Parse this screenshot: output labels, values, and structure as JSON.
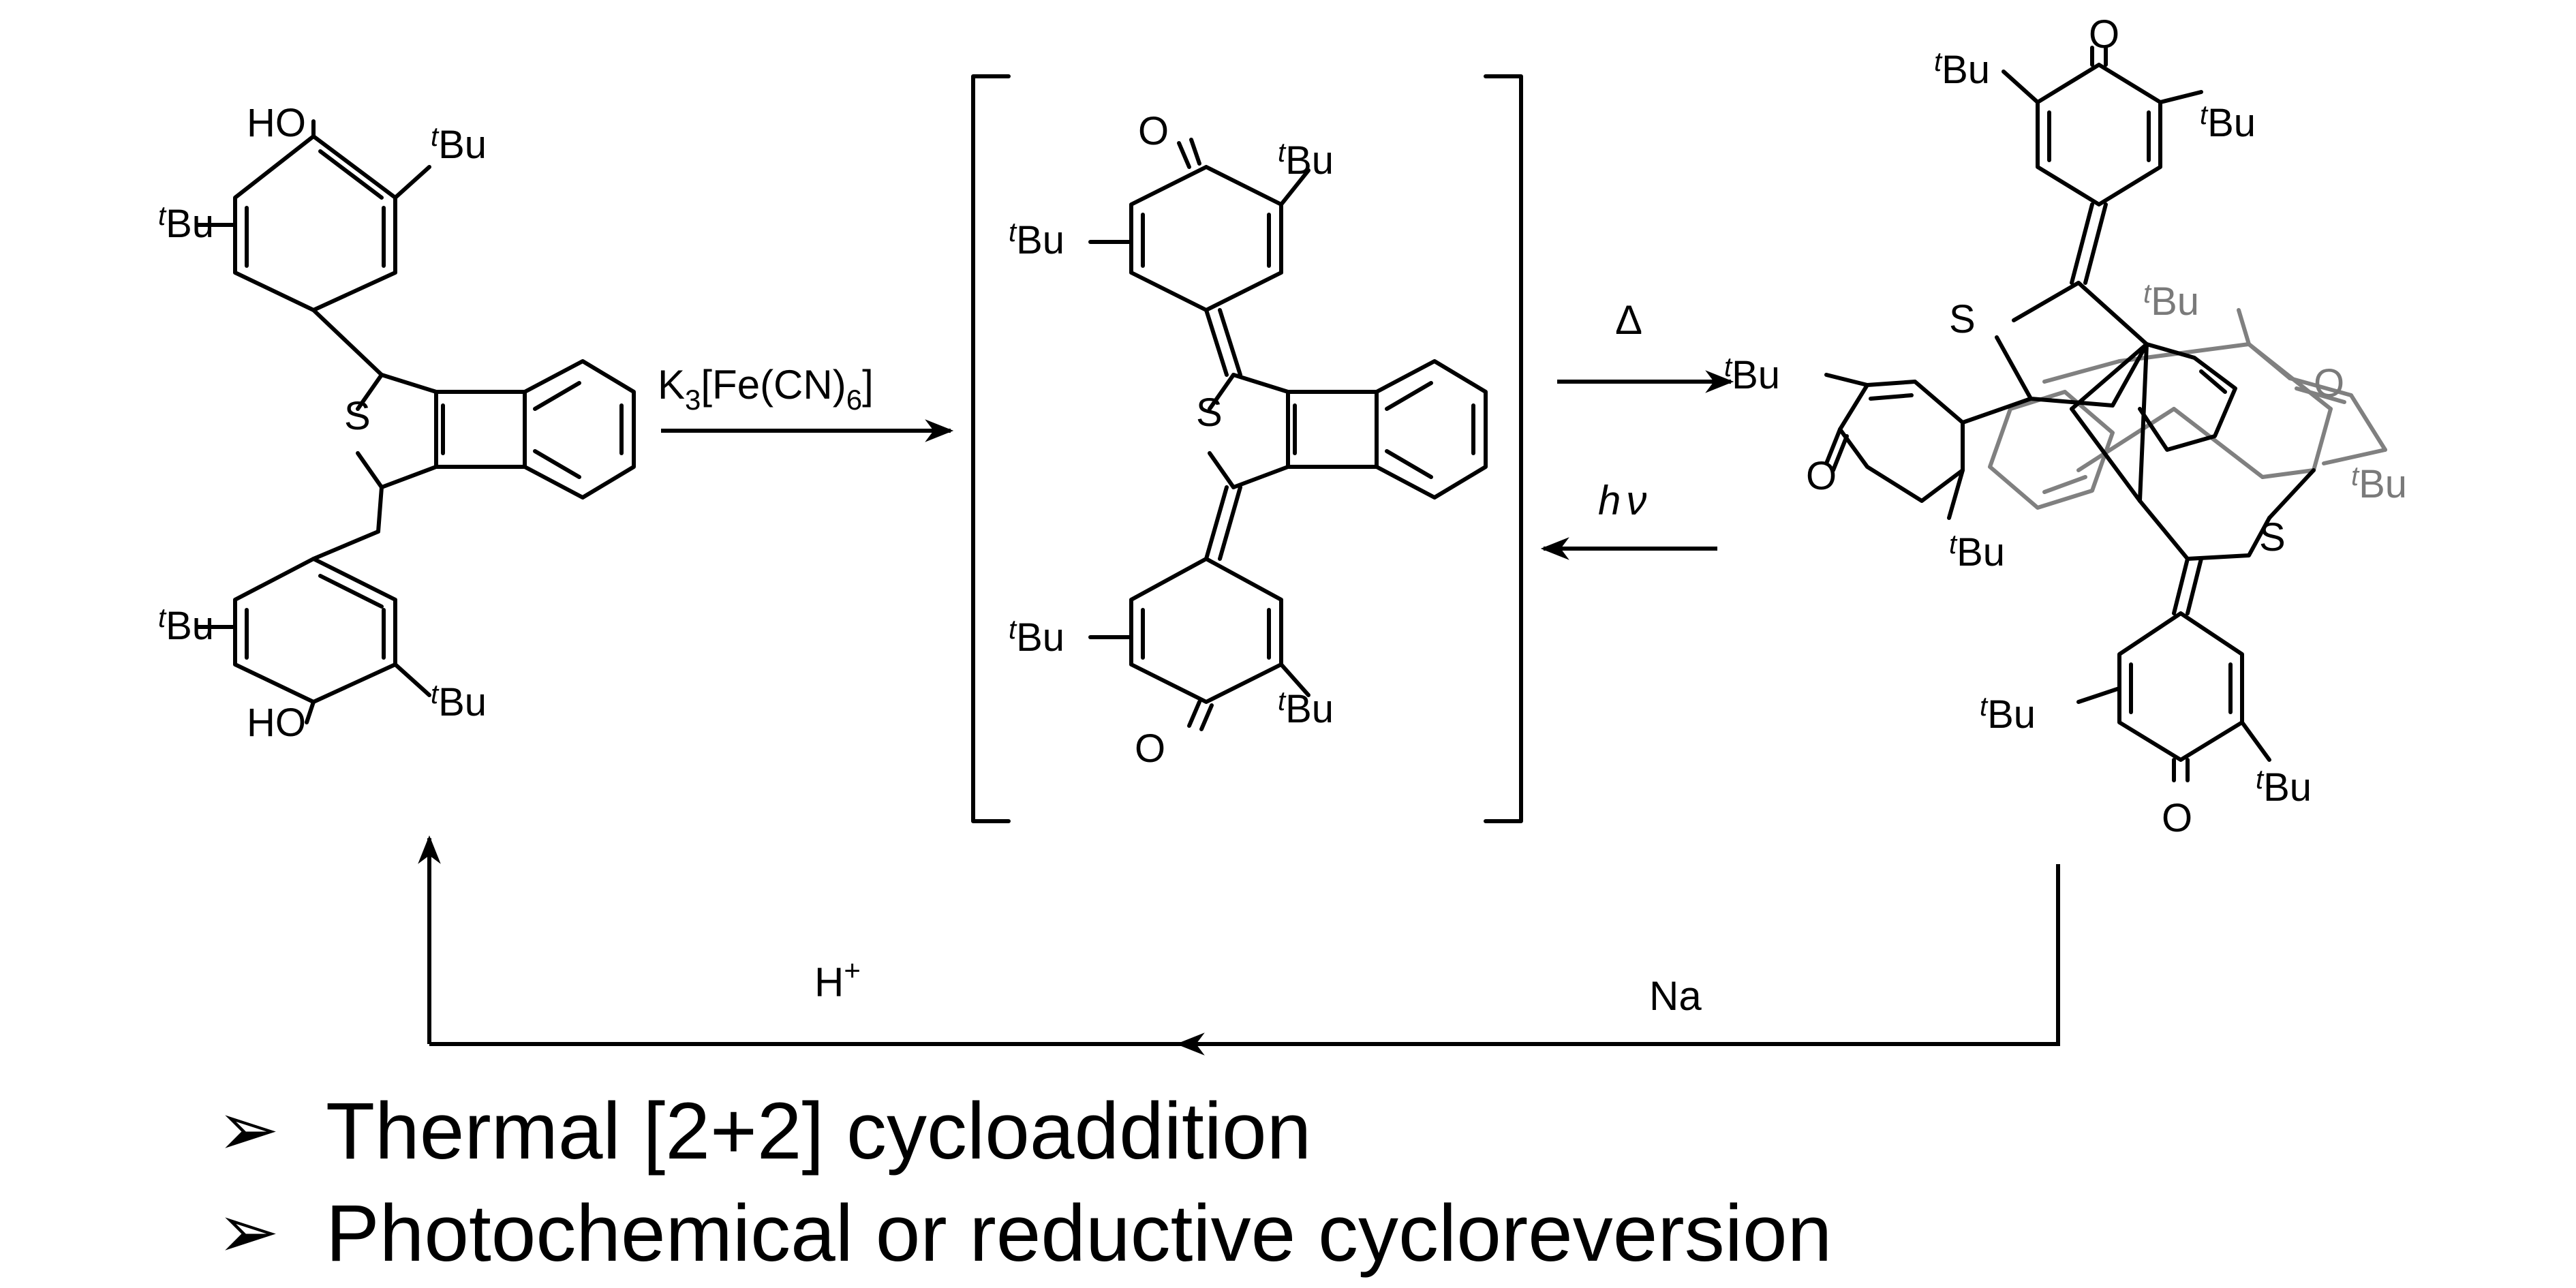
{
  "atoms": {
    "ho": "HO",
    "o": "O",
    "s": "S",
    "tbu_sup": "t",
    "tbu_base": "Bu"
  },
  "reagents": {
    "oxidant_base": "K",
    "oxidant_sub1": "3",
    "oxidant_mid": "[Fe(CN)",
    "oxidant_sub2": "6",
    "oxidant_end": "]",
    "heat": "Δ",
    "light_h": "h",
    "light_nu": "ν",
    "acid_base": "H",
    "acid_sup": "+",
    "reductant": "Na"
  },
  "bullets": {
    "marker": "➢",
    "items": [
      "Thermal [2+2] cycloaddition",
      "Photochemical or reductive cycloreversion"
    ]
  },
  "colors": {
    "bond": "#000000",
    "back_layer": "#808080"
  }
}
